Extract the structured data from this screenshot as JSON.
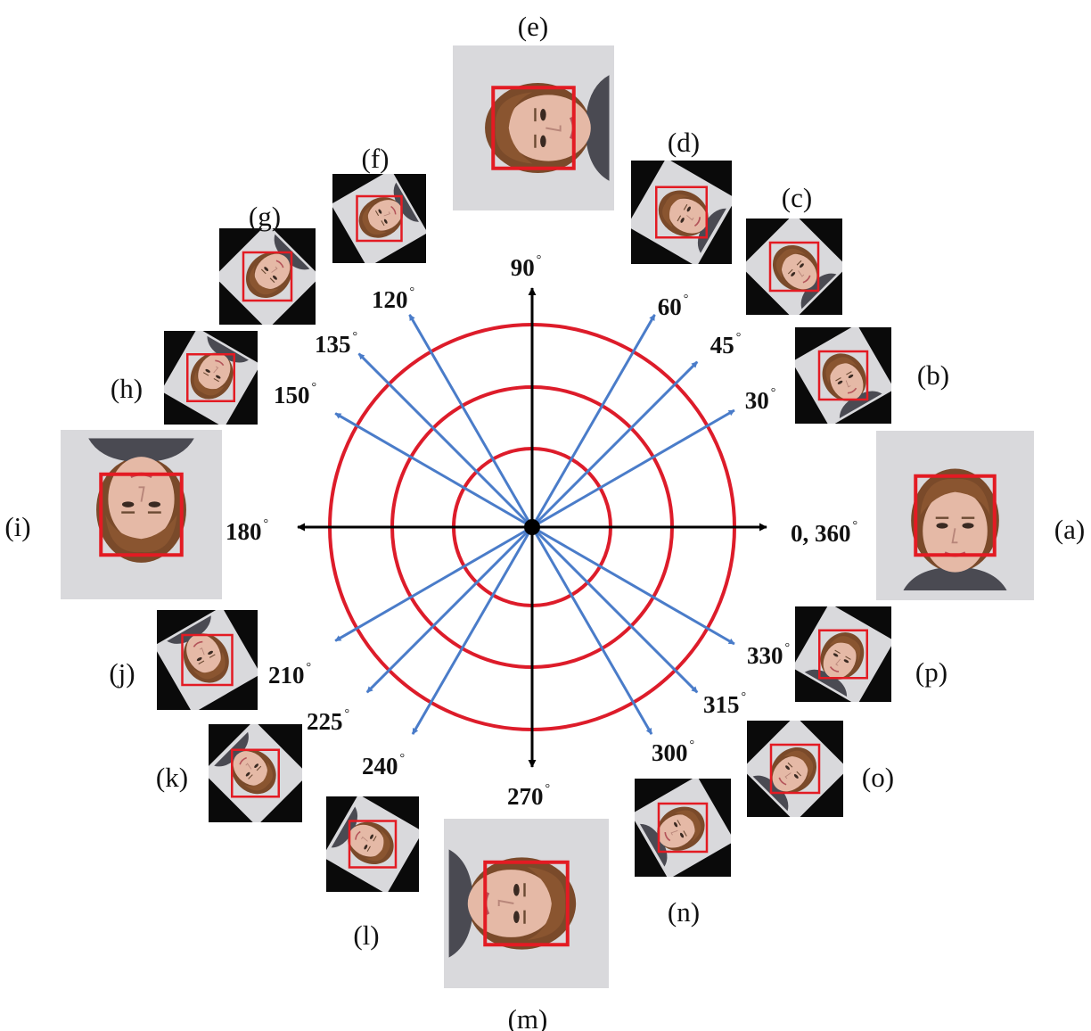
{
  "axis_color": "#000000",
  "circle_color": "#dd1c2a",
  "ray_color": "#4a7cc9",
  "box_color": "#e31b23",
  "degree_mark": "°",
  "angles": [
    {
      "id": "a0",
      "text": "0, 360",
      "deg": 0
    },
    {
      "id": "a30",
      "text": "30",
      "deg": 30
    },
    {
      "id": "a45",
      "text": "45",
      "deg": 45
    },
    {
      "id": "a60",
      "text": "60",
      "deg": 60
    },
    {
      "id": "a90",
      "text": "90",
      "deg": 90
    },
    {
      "id": "a120",
      "text": "120",
      "deg": 120
    },
    {
      "id": "a135",
      "text": "135",
      "deg": 135
    },
    {
      "id": "a150",
      "text": "150",
      "deg": 150
    },
    {
      "id": "a180",
      "text": "180",
      "deg": 180
    },
    {
      "id": "a210",
      "text": "210",
      "deg": 210
    },
    {
      "id": "a225",
      "text": "225",
      "deg": 225
    },
    {
      "id": "a240",
      "text": "240",
      "deg": 240
    },
    {
      "id": "a270",
      "text": "270",
      "deg": 270
    },
    {
      "id": "a300",
      "text": "300",
      "deg": 300
    },
    {
      "id": "a315",
      "text": "315",
      "deg": 315
    },
    {
      "id": "a330",
      "text": "330",
      "deg": 330
    }
  ],
  "panels": [
    {
      "label": "(a)",
      "rotation_deg": 0
    },
    {
      "label": "(b)",
      "rotation_deg": 30
    },
    {
      "label": "(c)",
      "rotation_deg": 45
    },
    {
      "label": "(d)",
      "rotation_deg": 60
    },
    {
      "label": "(e)",
      "rotation_deg": 90
    },
    {
      "label": "(f)",
      "rotation_deg": 120
    },
    {
      "label": "(g)",
      "rotation_deg": 135
    },
    {
      "label": "(h)",
      "rotation_deg": 150
    },
    {
      "label": "(i)",
      "rotation_deg": 180
    },
    {
      "label": "(j)",
      "rotation_deg": 210
    },
    {
      "label": "(k)",
      "rotation_deg": 225
    },
    {
      "label": "(l)",
      "rotation_deg": 240
    },
    {
      "label": "(m)",
      "rotation_deg": 270
    },
    {
      "label": "(n)",
      "rotation_deg": 300
    },
    {
      "label": "(o)",
      "rotation_deg": 315
    },
    {
      "label": "(p)",
      "rotation_deg": 330
    }
  ]
}
